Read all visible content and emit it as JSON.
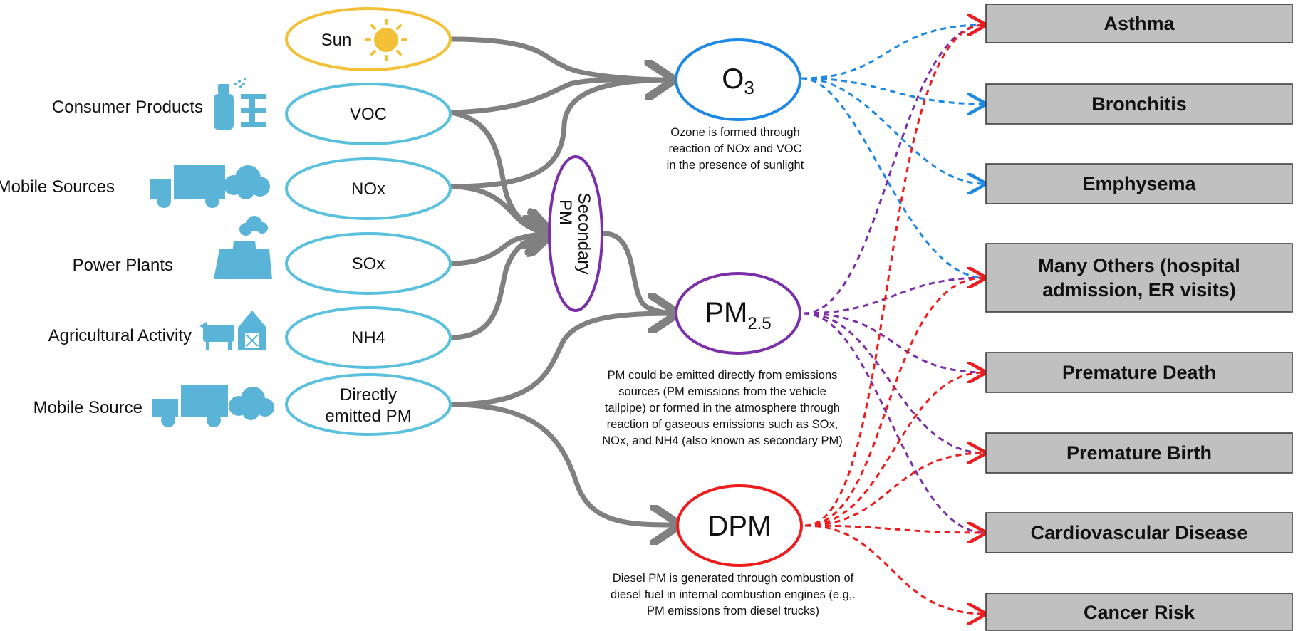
{
  "colors": {
    "gray_arrow": "#808080",
    "light_blue": "#5bc0de",
    "icon_blue": "#5ab4d8",
    "sun_yellow": "#f4c037",
    "o3_blue": "#1e88e5",
    "pm_purple": "#7b2fa8",
    "dpm_red": "#ee1c1c",
    "box_fill": "#c0c0c0"
  },
  "sources": [
    {
      "label": "Consumer Products",
      "icon": "spray-can-icon"
    },
    {
      "label": "Mobile Sources",
      "icon": "truck-icon"
    },
    {
      "label": "Power Plants",
      "icon": "power-plant-icon"
    },
    {
      "label": "Agricultural Activity",
      "icon": "farm-icon"
    },
    {
      "label": "Mobile Source",
      "icon": "truck-icon"
    }
  ],
  "precursors": {
    "sun": "Sun",
    "voc": "VOC",
    "nox": "NOx",
    "sox": "SOx",
    "nh4": "NH4",
    "direct_pm_line1": "Directly",
    "direct_pm_line2": "emitted PM"
  },
  "secondary_pm": {
    "line1": "Secondary",
    "line2": "PM"
  },
  "pollutants": {
    "o3": {
      "main": "O",
      "sub": "3"
    },
    "pm25": {
      "main": "PM",
      "sub": "2.5"
    },
    "dpm": {
      "main": "DPM"
    }
  },
  "notes": {
    "ozone": [
      "Ozone is formed through",
      "reaction of NOx and VOC",
      "in the presence of sunlight"
    ],
    "pm": [
      "PM could be emitted directly from emissions",
      "sources (PM emissions from the vehicle",
      "tailpipe) or formed in the atmosphere through",
      "reaction of gaseous emissions such as SOx,",
      "NOx, and NH4 (also known as secondary PM)"
    ],
    "dpm": [
      "Diesel PM is generated through combustion of",
      "diesel fuel in internal combustion engines (e.g,.",
      "PM emissions from diesel trucks)"
    ]
  },
  "outcomes": [
    {
      "lines": [
        "Asthma"
      ]
    },
    {
      "lines": [
        "Bronchitis"
      ]
    },
    {
      "lines": [
        "Emphysema"
      ]
    },
    {
      "lines": [
        "Many Others (hospital",
        "admission, ER visits)"
      ]
    },
    {
      "lines": [
        "Premature Death"
      ]
    },
    {
      "lines": [
        "Premature Birth"
      ]
    },
    {
      "lines": [
        "Cardiovascular Disease"
      ]
    },
    {
      "lines": [
        "Cancer Risk"
      ]
    }
  ]
}
